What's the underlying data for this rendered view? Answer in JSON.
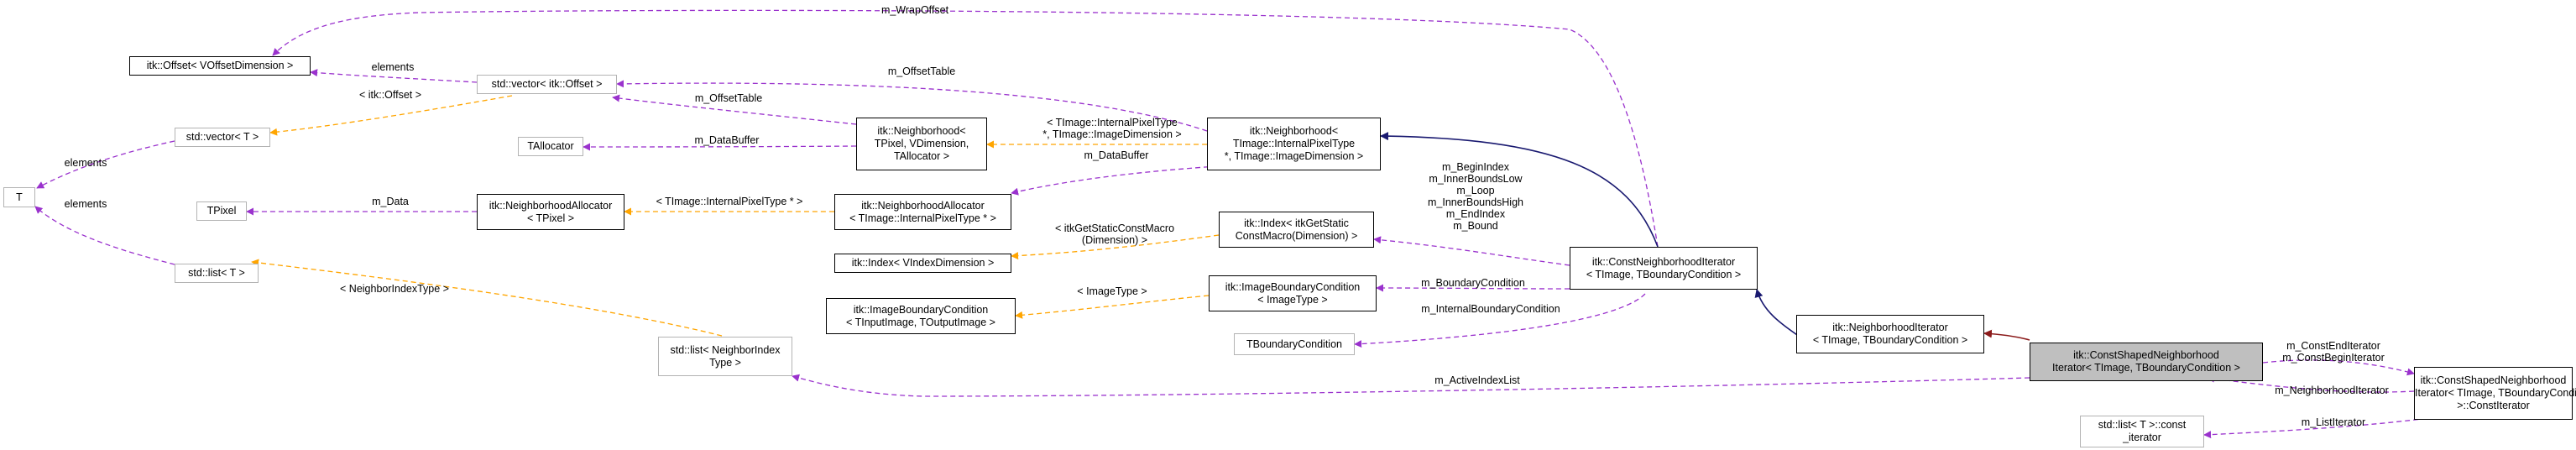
{
  "colors": {
    "usage": "#9a32cd",
    "template": "#ffa500",
    "inherit": "#191970",
    "protected_inherit": "#8b1a1a"
  },
  "nodes": {
    "offset_vdim": [
      "itk::Offset< VOffsetDimension >"
    ],
    "vector_offset": [
      "std::vector< itk::Offset >"
    ],
    "vector_t": [
      "std::vector< T >"
    ],
    "t": [
      "T"
    ],
    "tallocator": [
      "TAllocator"
    ],
    "tpixel": [
      "TPixel"
    ],
    "list_t": [
      "std::list< T >"
    ],
    "neighborhood_generic": [
      "itk::Neighborhood<",
      "TPixel, VDimension,",
      "TAllocator >"
    ],
    "neighborhood_image": [
      "itk::Neighborhood<",
      "TImage::InternalPixelType",
      "*, TImage::ImageDimension >"
    ],
    "neighborhood_allocator_generic": [
      "itk::NeighborhoodAllocator",
      "< TPixel >"
    ],
    "neighborhood_allocator_image": [
      "itk::NeighborhoodAllocator",
      "< TImage::InternalPixelType * >"
    ],
    "index_vdim": [
      "itk::Index< VIndexDimension >"
    ],
    "index_static": [
      "itk::Index< itkGetStatic",
      "ConstMacro(Dimension) >"
    ],
    "image_boundary_generic": [
      "itk::ImageBoundaryCondition",
      "< TInputImage, TOutputImage >"
    ],
    "image_boundary_image": [
      "itk::ImageBoundaryCondition",
      "< ImageType >"
    ],
    "tboundary": [
      "TBoundaryCondition"
    ],
    "list_neighbor_index": [
      "std::list< NeighborIndex",
      "Type >"
    ],
    "const_neighborhood_iterator": [
      "itk::ConstNeighborhoodIterator",
      "< TImage, TBoundaryCondition >"
    ],
    "neighborhood_iterator": [
      "itk::NeighborhoodIterator",
      "< TImage, TBoundaryCondition >"
    ],
    "const_shaped_neighborhood_iterator": [
      "itk::ConstShapedNeighborhood",
      "Iterator< TImage, TBoundaryCondition >"
    ],
    "const_shaped_const_iterator": [
      "itk::ConstShapedNeighborhood",
      "Iterator< TImage, TBoundaryCondition",
      ">::ConstIterator"
    ],
    "list_const_iterator": [
      "std::list< T >::const",
      "_iterator"
    ]
  },
  "edge_labels": {
    "m_wrap_offset": [
      "m_WrapOffset"
    ],
    "elements_1": [
      "elements"
    ],
    "itk_offset": [
      "< itk::Offset >"
    ],
    "elements_2": [
      "elements"
    ],
    "elements_3": [
      "elements"
    ],
    "m_offset_table_1": [
      "m_OffsetTable"
    ],
    "m_offset_table_2": [
      "m_OffsetTable"
    ],
    "m_data_buffer_1": [
      "m_DataBuffer"
    ],
    "m_data_buffer_2": [
      "m_DataBuffer"
    ],
    "internal_pixel_type_dim": [
      "< TImage::InternalPixelType",
      "*, TImage::ImageDimension >"
    ],
    "m_data": [
      "m_Data"
    ],
    "internal_pixel_type_ptr": [
      "< TImage::InternalPixelType * >"
    ],
    "static_dim": [
      "< itkGetStaticConstMacro",
      "(Dimension) >"
    ],
    "index_members": [
      "m_BeginIndex",
      "m_InnerBoundsLow",
      "m_Loop",
      "m_InnerBoundsHigh",
      "m_EndIndex",
      "m_Bound"
    ],
    "image_type": [
      "< ImageType >"
    ],
    "m_boundary_condition": [
      "m_BoundaryCondition"
    ],
    "m_internal_boundary_condition": [
      "m_InternalBoundaryCondition"
    ],
    "neighbor_index_type": [
      "< NeighborIndexType >"
    ],
    "m_active_index_list": [
      "m_ActiveIndexList"
    ],
    "end_begin_iterator": [
      "m_ConstEndIterator",
      "m_ConstBeginIterator"
    ],
    "m_neighborhood_iterator": [
      "m_NeighborhoodIterator"
    ],
    "m_list_iterator": [
      "m_ListIterator"
    ]
  }
}
